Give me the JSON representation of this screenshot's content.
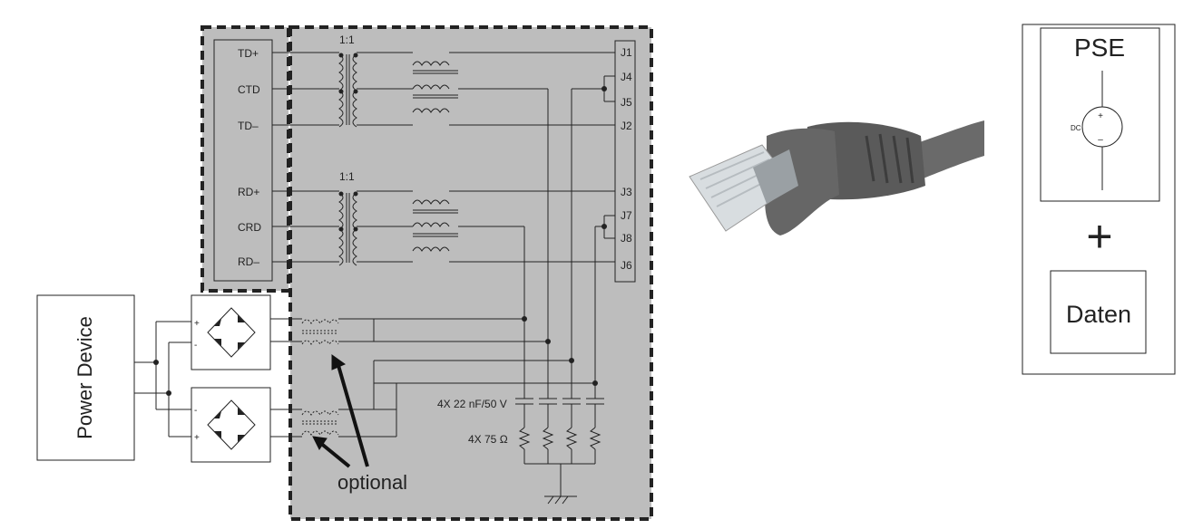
{
  "magnetics": {
    "group1": {
      "ratio": "1:1",
      "pins": [
        "TD+",
        "CTD",
        "TD–"
      ],
      "jacks": [
        "J1",
        "J4",
        "J5",
        "J2"
      ]
    },
    "group2": {
      "ratio": "1:1",
      "pins": [
        "RD+",
        "CRD",
        "RD–"
      ],
      "jacks": [
        "J3",
        "J7",
        "J8",
        "J6"
      ]
    }
  },
  "power_device": {
    "label": "Power Device"
  },
  "bridges": [
    {
      "plus": "+",
      "minus": "-"
    },
    {
      "plus": "+",
      "minus": "-"
    }
  ],
  "termination": {
    "capacitors": "4X 22 nF/50 V",
    "resistors": "4X 75 Ω"
  },
  "optional_label": "optional",
  "pse_box": {
    "title": "PSE",
    "source_label": "DC",
    "source_plus": "+",
    "source_minus": "–",
    "plus_sign": "+",
    "data_label": "Daten"
  },
  "colors": {
    "panel_gray": "#bdbdbd",
    "line": "#222222",
    "cable_body": "#5a5a5a"
  }
}
